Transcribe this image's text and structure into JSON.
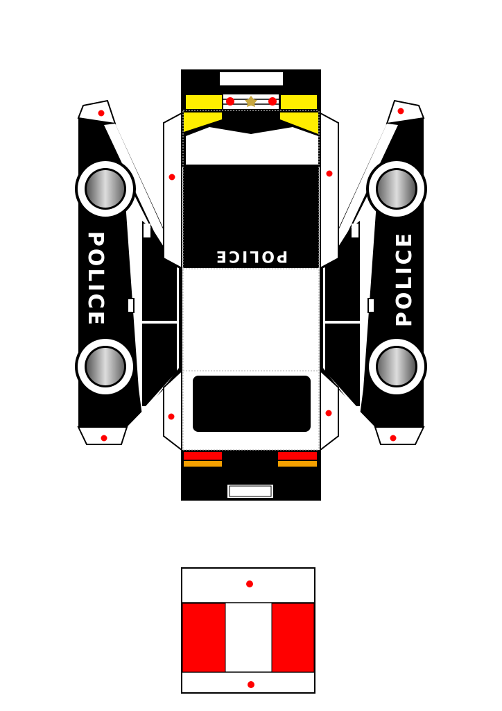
{
  "labels": {
    "hood_text": "POLICE",
    "left_side_text": "POLICE",
    "right_side_text": "POLICE"
  },
  "colors": {
    "body": "#000000",
    "paint": "#ffffff",
    "glue_dot": "#ff0000",
    "front_lights": "#ffee00",
    "rear_light": "#ff0000",
    "rear_indicator": "#f5a000",
    "badge": "#c8a840"
  }
}
